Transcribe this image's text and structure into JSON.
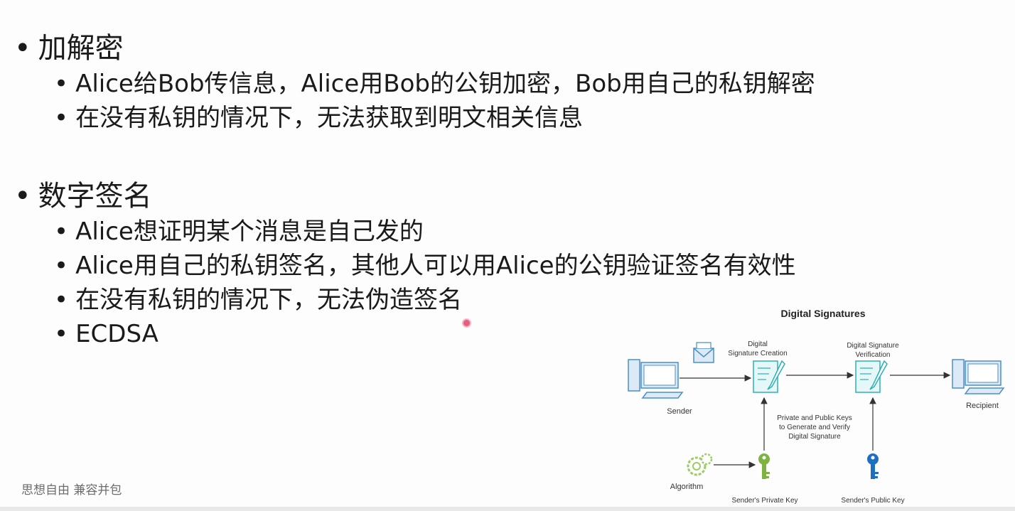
{
  "slide": {
    "sections": [
      {
        "heading": "加解密",
        "items": [
          "Alice给Bob传信息，Alice用Bob的公钥加密，Bob用自己的私钥解密",
          "在没有私钥的情况下，无法获取到明文相关信息"
        ]
      },
      {
        "heading": "数字签名",
        "items": [
          "Alice想证明某个消息是自己发的",
          "Alice用自己的私钥签名，其他人可以用Alice的公钥验证签名有效性",
          "在没有私钥的情况下，无法伪造签名",
          "ECDSA"
        ]
      }
    ],
    "bullet_symbol": "•",
    "footer": "思想自由 兼容并包"
  },
  "diagram": {
    "title": "Digital Signatures",
    "creation_label_1": "Digital",
    "creation_label_2": "Signature Creation",
    "verification_label_1": "Digital Signature",
    "verification_label_2": "Verification",
    "sender": "Sender",
    "recipient": "Recipient",
    "keys_note_1": "Private and Public Keys",
    "keys_note_2": "to Generate and Verify",
    "keys_note_3": "Digital Signature",
    "algorithm": "Algorithm",
    "private_key": "Sender's Private Key",
    "public_key": "Sender's Public Key",
    "colors": {
      "computer": "#4a90c8",
      "computer_fill": "#dbeaf6",
      "document": "#2bb0b8",
      "green_key": "#7cb342",
      "blue_key": "#1e6fc0",
      "gear": "#9ccc65",
      "line": "#333333"
    }
  }
}
